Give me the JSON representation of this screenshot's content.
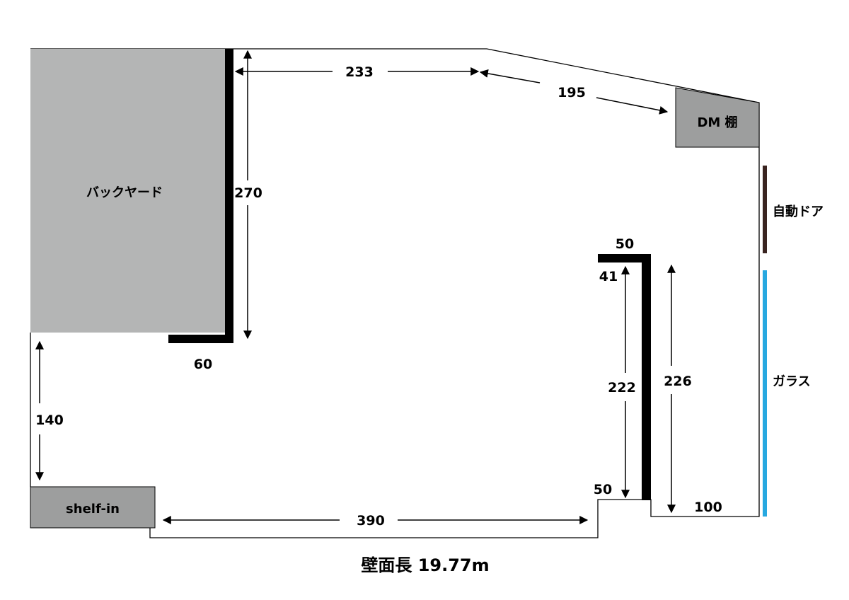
{
  "areas": {
    "backyard": "バックヤード",
    "dm_shelf": "DM 棚",
    "shelf_in": "shelf-in"
  },
  "doors": {
    "auto_door": "自動ドア",
    "glass": "ガラス"
  },
  "dimensions": {
    "top_wall": "233",
    "diagonal_wall": "195",
    "backyard_height": "270",
    "backyard_stub": "60",
    "left_gap": "140",
    "bottom_wall": "390",
    "pillar_top": "50",
    "pillar_offset": "41",
    "pillar_inner": "222",
    "pillar_outer": "226",
    "step": "50",
    "notch": "100"
  },
  "total_wall_length": "壁面長 19.77m",
  "colors": {
    "gray_area": "#b4b5b5",
    "gray_dark": "#9d9e9e",
    "wall": "#000000",
    "auto_door": "#3a2420",
    "glass": "#27a8e0"
  }
}
